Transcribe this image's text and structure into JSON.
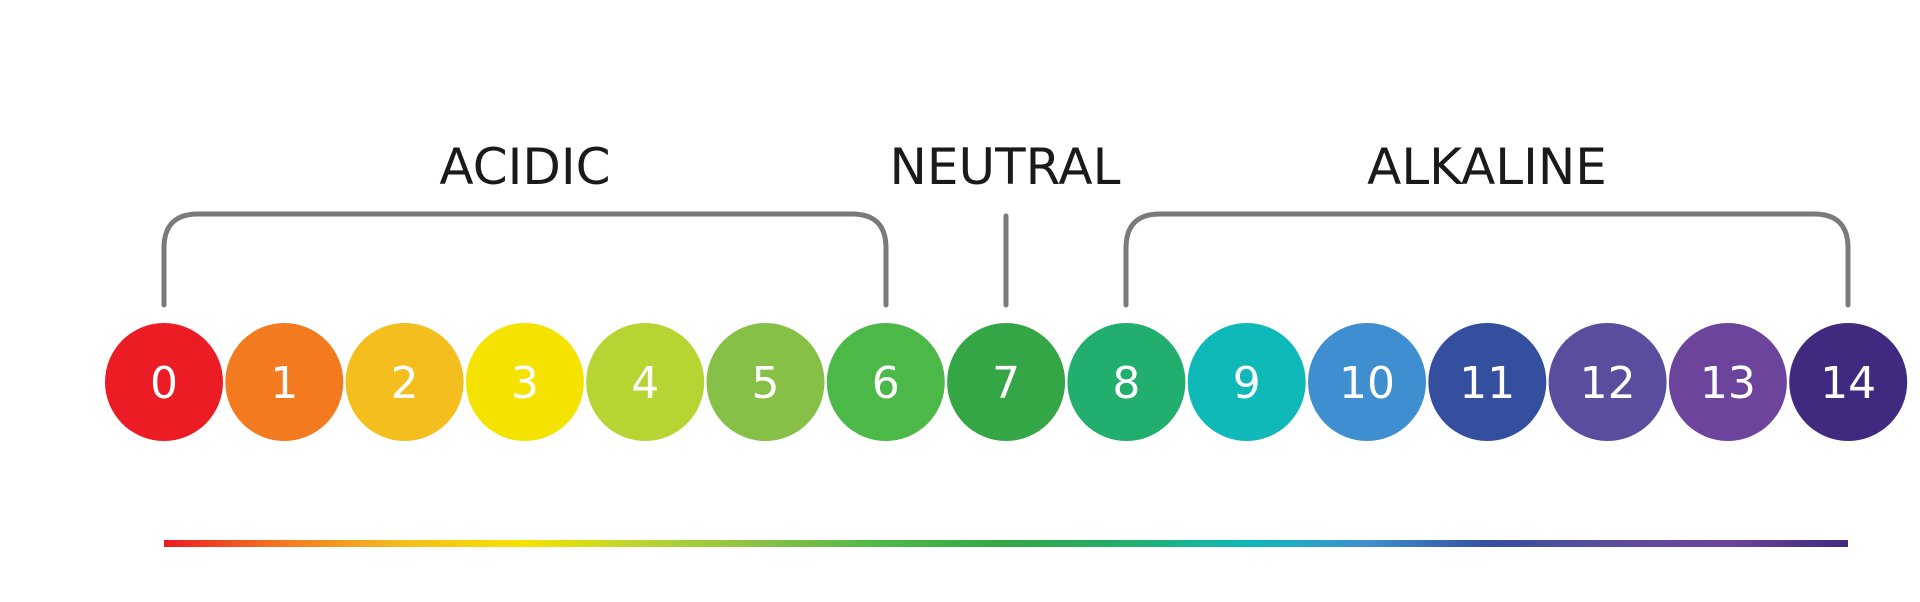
{
  "groups": {
    "acidic": "ACIDIC",
    "neutral": "NEUTRAL",
    "alkaline": "ALKALINE"
  },
  "scale": [
    {
      "label": "0",
      "color": "#ec1c24"
    },
    {
      "label": "1",
      "color": "#f47a20"
    },
    {
      "label": "2",
      "color": "#f4be1e"
    },
    {
      "label": "3",
      "color": "#f4e300"
    },
    {
      "label": "4",
      "color": "#b7d532"
    },
    {
      "label": "5",
      "color": "#86c046"
    },
    {
      "label": "6",
      "color": "#4cb848"
    },
    {
      "label": "7",
      "color": "#34a645"
    },
    {
      "label": "8",
      "color": "#22ae6c"
    },
    {
      "label": "9",
      "color": "#0fb9b8"
    },
    {
      "label": "10",
      "color": "#3f8fd0"
    },
    {
      "label": "11",
      "color": "#354f9f"
    },
    {
      "label": "12",
      "color": "#5b4d9d"
    },
    {
      "label": "13",
      "color": "#6c449b"
    },
    {
      "label": "14",
      "color": "#3f2a80"
    }
  ],
  "bracket_color": "#7a7a7a",
  "text_color": "#1a1a1a"
}
